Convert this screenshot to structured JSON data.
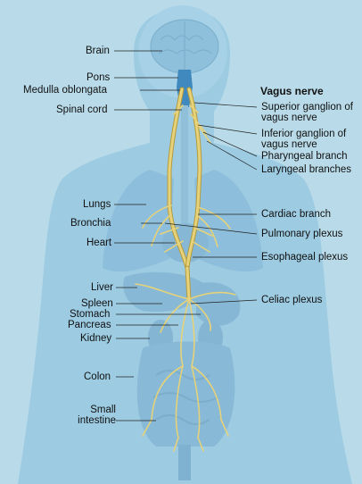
{
  "title": "Vagus nerve",
  "labels_left": [
    {
      "id": "brain",
      "text": "Brain"
    },
    {
      "id": "pons",
      "text": "Pons"
    },
    {
      "id": "medulla",
      "text": "Medulla oblongata"
    },
    {
      "id": "spinal",
      "text": "Spinal cord"
    },
    {
      "id": "lungs",
      "text": "Lungs"
    },
    {
      "id": "bronchia",
      "text": "Bronchia"
    },
    {
      "id": "heart",
      "text": "Heart"
    },
    {
      "id": "liver",
      "text": "Liver"
    },
    {
      "id": "spleen",
      "text": "Spleen"
    },
    {
      "id": "stomach",
      "text": "Stomach"
    },
    {
      "id": "pancreas",
      "text": "Pancreas"
    },
    {
      "id": "kidney",
      "text": "Kidney"
    },
    {
      "id": "colon",
      "text": "Colon"
    },
    {
      "id": "small",
      "text": "Small intestine"
    }
  ],
  "labels_right": [
    {
      "id": "sup",
      "text": "Superior ganglion of vagus nerve"
    },
    {
      "id": "inf",
      "text": "Inferior ganglion of vagus nerve"
    },
    {
      "id": "phar",
      "text": "Pharyngeal branch"
    },
    {
      "id": "lar",
      "text": "Laryngeal branches"
    },
    {
      "id": "card",
      "text": "Cardiac branch"
    },
    {
      "id": "pulm",
      "text": "Pulmonary plexus"
    },
    {
      "id": "eso",
      "text": "Esophageal plexus"
    },
    {
      "id": "cel",
      "text": "Celiac plexus"
    }
  ],
  "colors": {
    "background": "#b9dbe9",
    "body": "#8fc3dc",
    "organ": "#7fb3d0",
    "nerve": "#e6d27a",
    "nerve_outline": "#b59b3c",
    "leader": "#222222"
  }
}
